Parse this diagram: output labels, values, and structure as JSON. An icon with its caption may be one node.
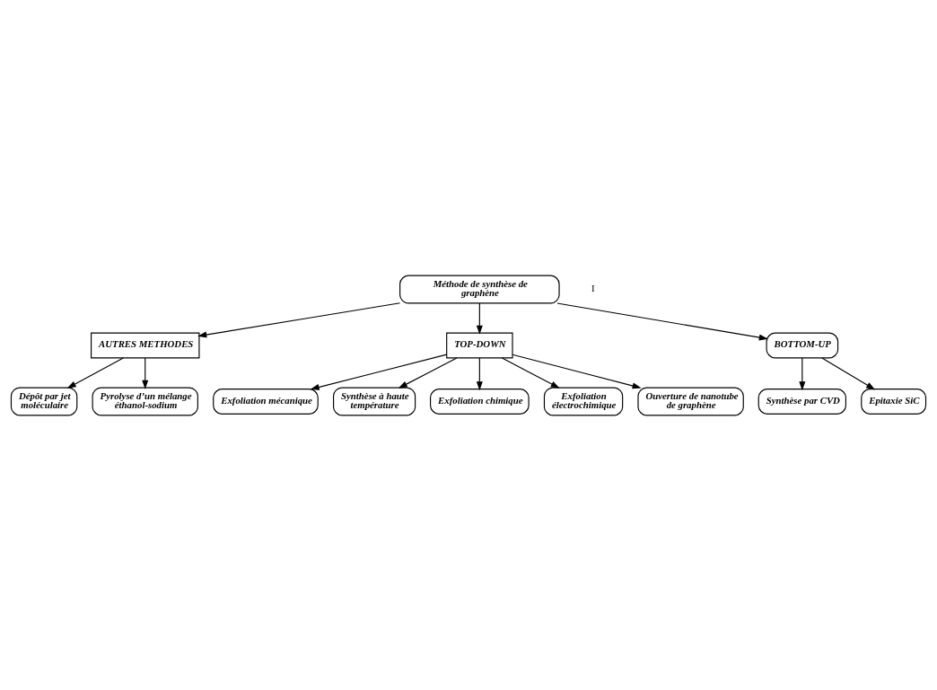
{
  "diagram": {
    "nodes": [
      {
        "text": [
          "Méthode de synthèse de graphène"
        ]
      },
      {
        "text": [
          "AUTRES METHODES"
        ]
      },
      {
        "text": [
          "Dépôt par jet moléculaire"
        ]
      },
      {
        "text": [
          "Pyrolyse d’un mélange éthanol-sodium"
        ]
      },
      {
        "text": [
          "TOP-DOWN"
        ]
      },
      {
        "text": [
          "BOTTOM-UP"
        ]
      },
      {
        "text": [
          "Exfoliation mécanique"
        ]
      },
      {
        "text": [
          "Synthèse à haute température"
        ]
      },
      {
        "text": [
          "Exfoliation chimique"
        ]
      },
      {
        "text": [
          "Exfoliation électrochimique"
        ]
      },
      {
        "text": [
          "Ouverture de nanotube de graphène"
        ]
      },
      {
        "text": [
          "Synthèse par CVD"
        ]
      },
      {
        "text": [
          "Epitaxie SiC"
        ]
      }
    ],
    "edges": [
      {
        "from": 0,
        "to": 4,
        "arrow": "to"
      },
      {
        "from": 0,
        "to": 1,
        "arrow": "to"
      },
      {
        "from": 0,
        "to": 5,
        "arrow": "to"
      },
      {
        "from": 1,
        "to": 2,
        "arrow": "to"
      },
      {
        "from": 1,
        "to": 3,
        "arrow": "to"
      },
      {
        "from": 4,
        "to": 6,
        "arrow": "to"
      },
      {
        "from": 4,
        "to": 7,
        "arrow": "to"
      },
      {
        "from": 4,
        "to": 8,
        "arrow": "to"
      },
      {
        "from": 4,
        "to": 9,
        "arrow": "to"
      },
      {
        "from": 4,
        "to": 10,
        "arrow": "to"
      },
      {
        "from": 5,
        "to": 11,
        "arrow": "to"
      },
      {
        "from": 5,
        "to": 12,
        "arrow": "to"
      }
    ],
    "labels": [
      "I"
    ]
  }
}
